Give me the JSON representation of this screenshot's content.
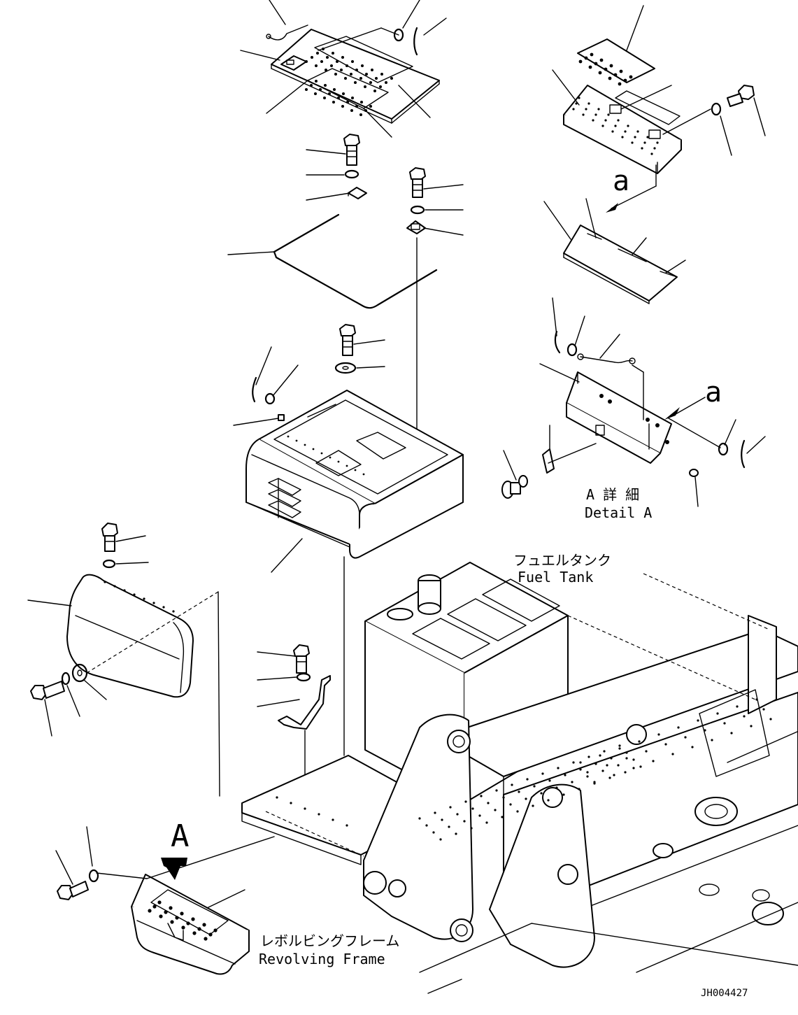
{
  "view_marker_a_upper": "A",
  "detail_marker_a_lower": "a",
  "detail_marker_a_box": "a",
  "detail_title_jp": "A 詳 細",
  "detail_title_en": "Detail A",
  "fuel_tank_jp": "フュエルタンク",
  "fuel_tank_en": "Fuel Tank",
  "revolving_frame_jp": "レボルビングフレーム",
  "revolving_frame_en": "Revolving Frame",
  "drawing_number": "JH004427"
}
